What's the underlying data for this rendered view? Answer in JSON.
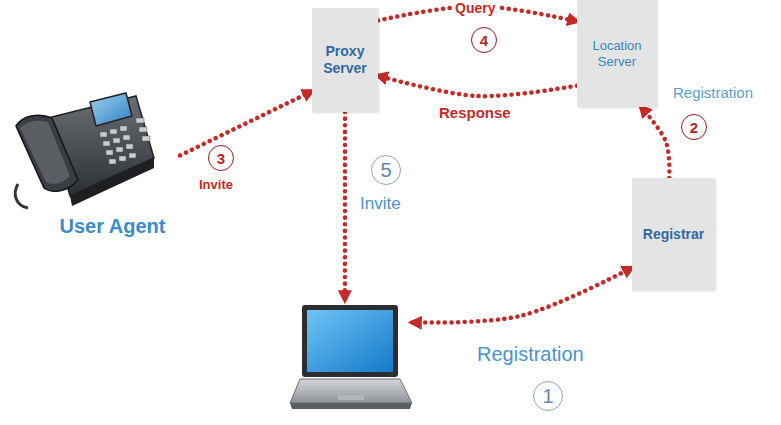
{
  "diagram": {
    "nodes": [
      {
        "text": [
          "Proxy Server"
        ]
      },
      {
        "text": [
          "Location Server"
        ]
      },
      {
        "text": [
          "User Agent"
        ]
      },
      {
        "text": [
          "Registrar"
        ]
      },
      {
        "text": []
      }
    ],
    "edges": [
      {
        "from": 2,
        "to": 0,
        "arrow": "to",
        "label": "Invite"
      },
      {
        "from": 0,
        "to": 1,
        "arrow": "to",
        "label": "Query"
      },
      {
        "from": 1,
        "to": 0,
        "arrow": "to",
        "label": "Response"
      },
      {
        "from": 3,
        "to": 1,
        "arrow": "to",
        "label": "Registration"
      },
      {
        "from": 0,
        "to": 4,
        "arrow": "to",
        "label": "Invite"
      },
      {
        "from": 4,
        "to": 3,
        "arrow": "both",
        "label": "Registration"
      }
    ],
    "labels": [
      "1",
      "2",
      "3",
      "4",
      "5"
    ]
  }
}
